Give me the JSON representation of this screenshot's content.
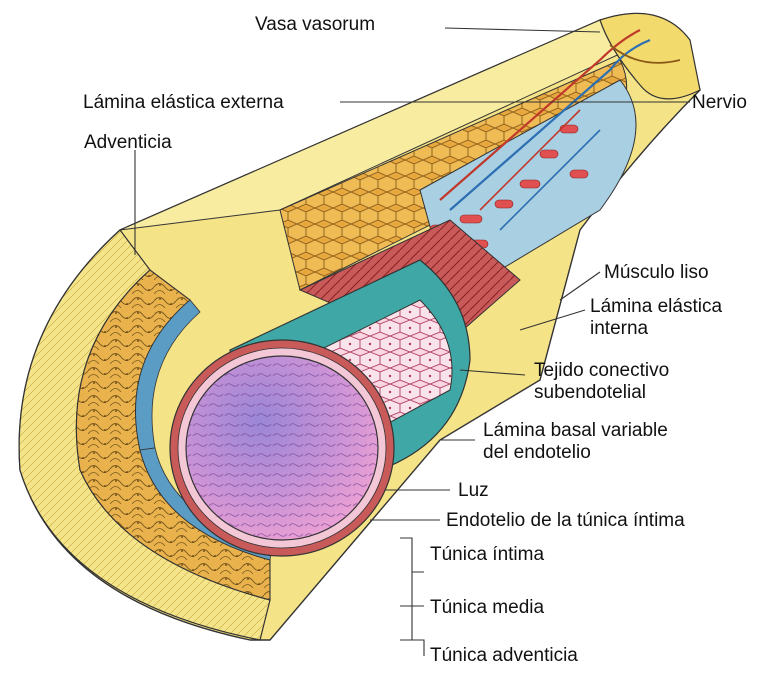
{
  "colors": {
    "adventitia": "#f4e27a",
    "adventitia_edge": "#d8b64a",
    "media_weave": "#e8b04a",
    "media_blue": "#a9cfe3",
    "elastic_blue": "#5b9cc4",
    "muscle_red": "#c85a5a",
    "intima_teal": "#3fa7a6",
    "endothelium_pink": "#f4c7d6",
    "lumen_purple": "#a77fd3",
    "lumen_pink": "#f2a3d3",
    "line": "#333333"
  },
  "labels": {
    "vasa_vasorum": "Vasa vasorum",
    "lamina_externa": "Lámina elástica externa",
    "nervio": "Nervio",
    "adventicia": "Adventicia",
    "musculo_liso": "Músculo liso",
    "lamina_interna_1": "Lámina elástica",
    "lamina_interna_2": "interna",
    "tejido_1": "Tejido conectivo",
    "tejido_2": "subendotelial",
    "lamina_basal_1": "Lámina basal variable",
    "lamina_basal_2": "del endotelio",
    "luz": "Luz",
    "endotelio": "Endotelio de la túnica íntima",
    "tunica_intima": "Túnica íntima",
    "tunica_media": "Túnica media",
    "tunica_adventicia": "Túnica adventicia"
  }
}
